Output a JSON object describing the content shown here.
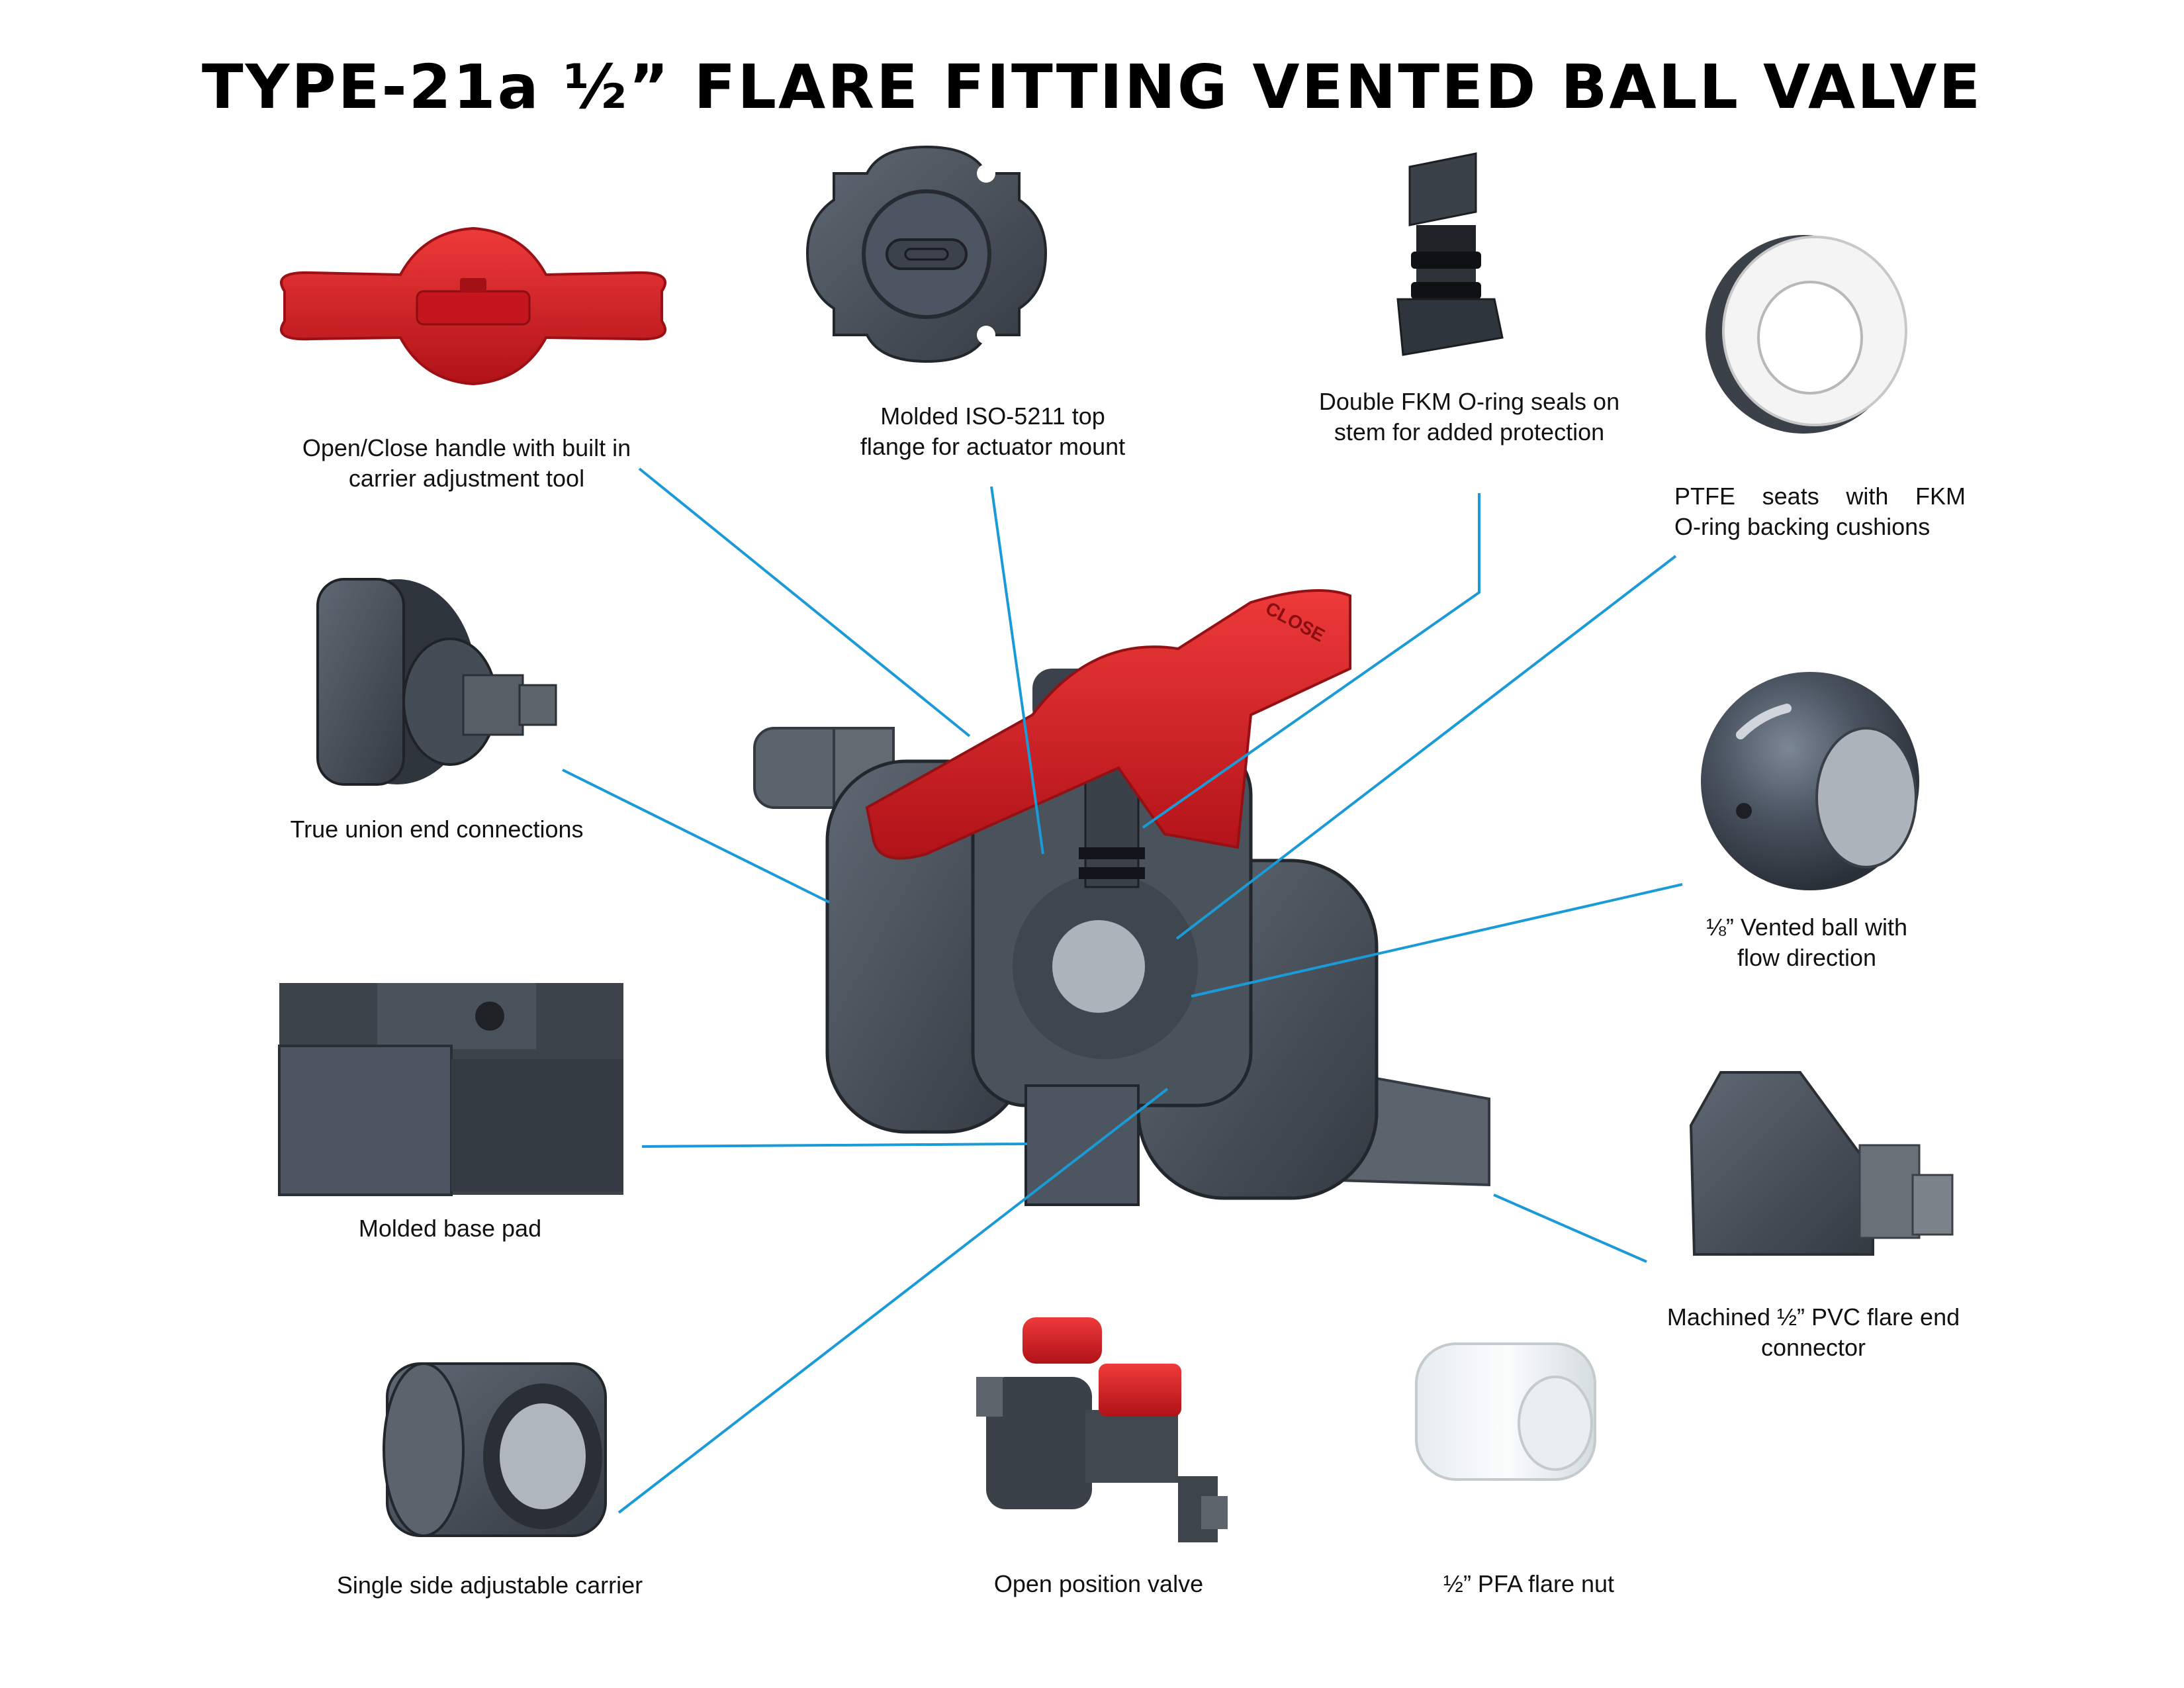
{
  "title": "TYPE-21a ½” FLARE FITTING VENTED BALL VALVE",
  "colors": {
    "leader_line": "#1a9ad6",
    "pvc_gray": "#4a5360",
    "handle_red": "#d41e24",
    "ptfe_white": "#f2f2f2"
  },
  "labels": {
    "handle": [
      "Open/Close handle with built in",
      "carrier adjustment tool"
    ],
    "flange": [
      "Molded ISO-5211 top",
      "flange for actuator mount"
    ],
    "stem_seals": [
      "Double FKM O-ring seals on",
      "stem for added protection"
    ],
    "ptfe_seats": [
      "PTFE seats with FKM",
      "O-ring backing cushions"
    ],
    "union": [
      "True union end connections"
    ],
    "vented_ball": [
      "⅛” Vented ball with",
      "flow direction"
    ],
    "base_pad": [
      "Molded base pad"
    ],
    "flare_end": [
      "Machined ½” PVC flare end",
      "connector"
    ],
    "carrier": [
      "Single side adjustable carrier"
    ],
    "open_valve": [
      "Open position valve"
    ],
    "flare_nut": [
      "½” PFA flare nut"
    ]
  },
  "valve_marking": "CLOSE"
}
